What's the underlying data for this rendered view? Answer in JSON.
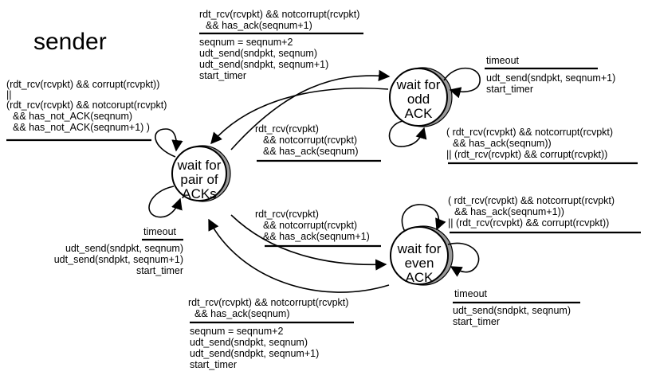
{
  "title": "sender",
  "colors": {
    "ink": "#000000",
    "state_shadow": "#9a9a9a",
    "background": "#ffffff"
  },
  "states": {
    "pair": [
      "wait for",
      "pair of",
      "ACKs"
    ],
    "odd": [
      "wait for",
      "odd",
      "ACK"
    ],
    "even": [
      "wait for",
      "even",
      "ACK"
    ]
  },
  "transitions": {
    "pair_to_odd": {
      "event": [
        "rdt_rcv(rcvpkt) && notcorrupt(rcvpkt)",
        "&& has_ack(seqnum+1)"
      ],
      "actions": [
        "seqnum = seqnum+2",
        "udt_send(sndpkt, seqnum)",
        "udt_send(sndpkt, seqnum+1)",
        "start_timer"
      ]
    },
    "pair_self_bad": {
      "event": [
        "(rdt_rcv(rcvpkt) && corrupt(rcvpkt))",
        "||",
        "(rdt_rcv(rcvpkt) && notcorupt(rcvpkt)",
        "&& has_not_ACK(seqnum)",
        "&& has_not_ACK(seqnum+1) )"
      ]
    },
    "pair_timeout": {
      "event": [
        "timeout"
      ],
      "actions": [
        "udt_send(sndpkt, seqnum)",
        "udt_send(sndpkt, seqnum+1)",
        "start_timer"
      ]
    },
    "odd_to_pair": {
      "event": [
        "rdt_rcv(rcvpkt)",
        "&& notcorrupt(rcvpkt)",
        "&& has_ack(seqnum)"
      ]
    },
    "odd_timeout": {
      "event": [
        "timeout"
      ],
      "actions": [
        "udt_send(sndpkt, seqnum+1)",
        "start_timer"
      ]
    },
    "odd_self": {
      "event": [
        "( rdt_rcv(rcvpkt) && notcorrupt(rcvpkt)",
        "&& has_ack(seqnum))",
        "|| (rdt_rcv(rcvpkt) && corrupt(rcvpkt))"
      ]
    },
    "pair_to_even": {
      "event": [
        "rdt_rcv(rcvpkt)",
        "&& notcorrupt(rcvpkt)",
        "&& has_ack(seqnum+1)"
      ]
    },
    "even_self": {
      "event": [
        "( rdt_rcv(rcvpkt) && notcorrupt(rcvpkt)",
        "&& has_ack(seqnum+1))",
        "|| (rdt_rcv(rcvpkt) && corrupt(rcvpkt))"
      ]
    },
    "even_timeout": {
      "event": [
        "timeout"
      ],
      "actions": [
        "udt_send(sndpkt, seqnum)",
        "start_timer"
      ]
    },
    "even_to_pair": {
      "event": [
        "rdt_rcv(rcvpkt) && notcorrupt(rcvpkt)",
        "&& has_ack(seqnum)"
      ],
      "actions": [
        "seqnum = seqnum+2",
        "udt_send(sndpkt, seqnum)",
        "udt_send(sndpkt, seqnum+1)",
        "start_timer"
      ]
    }
  }
}
